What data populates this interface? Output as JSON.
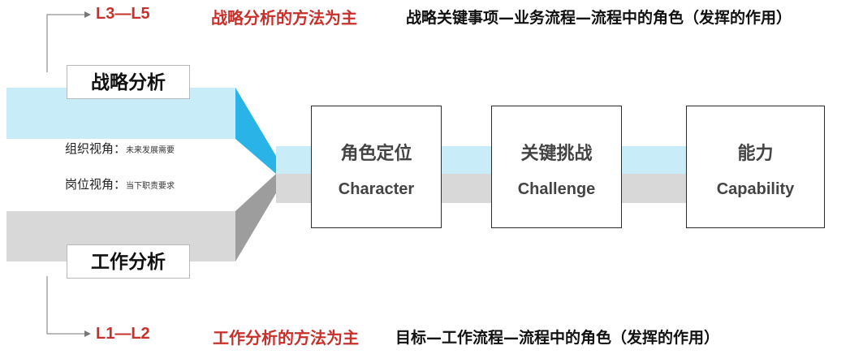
{
  "top": {
    "level": "L3—L5",
    "method": "战略分析的方法为主",
    "description": "战略关键事项—业务流程—流程中的角色（发挥的作用）"
  },
  "bottom": {
    "level": "L1—L2",
    "method": "工作分析的方法为主",
    "description": "目标—工作流程—流程中的角色（发挥的作用）"
  },
  "strategy_label": "战略分析",
  "work_label": "工作分析",
  "perspectives": [
    {
      "main": "组织视角：",
      "sub": "未来发展需要"
    },
    {
      "main": "岗位视角：",
      "sub": "当下职责要求"
    }
  ],
  "cards": [
    {
      "cn": "角色定位",
      "en": "Character"
    },
    {
      "cn": "关键挑战",
      "en": "Challenge"
    },
    {
      "cn": "能力",
      "en": "Capability"
    }
  ],
  "colors": {
    "band_blue": "#c9ecf9",
    "band_blue_dark": "#29b3e6",
    "band_gray": "#d8d8d8",
    "band_gray_dark": "#9a9a9a",
    "accent_red": "#c8302c"
  }
}
